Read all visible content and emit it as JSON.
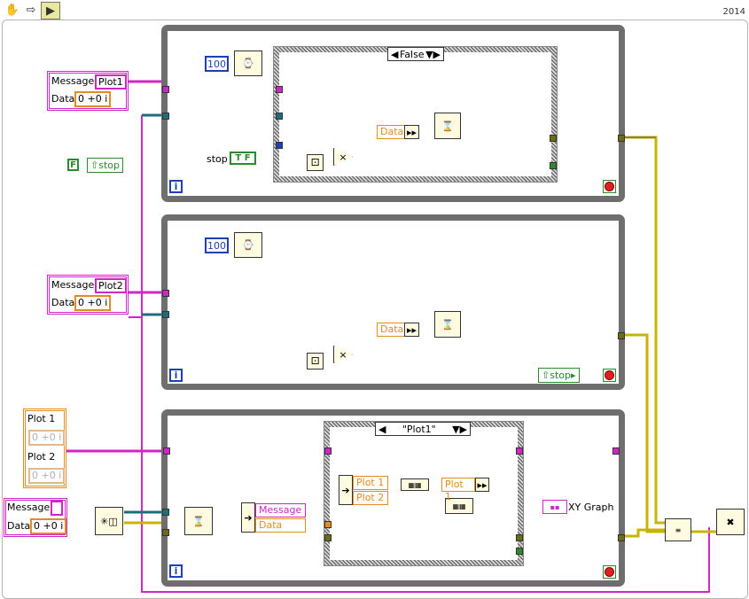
{
  "toolbar": {
    "hand_icon": "hand-icon",
    "arrow_icon": "arrow-icon",
    "run_icon": "run-icon"
  },
  "version": "2014",
  "loops": [
    {
      "wait_ms": "100",
      "case_selector": "False",
      "stop_label": "stop",
      "stop_bool": "T F",
      "unbundle_label": "Data"
    },
    {
      "wait_ms": "100",
      "stop_local": "stop",
      "unbundle_label": "Data"
    },
    {
      "case_selector": "\"Plot1\"",
      "unbundle_message": "Message",
      "unbundle_data": "Data",
      "plot1": "Plot 1",
      "plot2": "Plot 2",
      "plot1_out": "Plot 1",
      "graph_label": "XY Graph"
    }
  ],
  "clusters": [
    {
      "message_label": "Message",
      "message_value": "Plot1",
      "data_label": "Data",
      "data_value": "0 +0 i"
    },
    {
      "message_label": "Message",
      "message_value": "Plot2",
      "data_label": "Data",
      "data_value": "0 +0 i"
    },
    {
      "message_label": "Message",
      "message_value": "",
      "data_label": "Data",
      "data_value": "0 +0 i"
    }
  ],
  "plot_cluster": {
    "plot1_label": "Plot 1",
    "plot1_value": "0 +0 i",
    "plot2_label": "Plot 2",
    "plot2_value": "0 +0 i"
  },
  "stop_init": {
    "bool": "F",
    "local": "stop"
  },
  "colors": {
    "loop_border": "#6e6e6e",
    "string_wire": "#d026c8",
    "complex_wire": "#e58b1f",
    "refnum_wire": "#1c6e7a",
    "error_wire": "#c8b400",
    "numeric_wire": "#1f3fb8",
    "boolean_wire": "#2c8a2c"
  }
}
